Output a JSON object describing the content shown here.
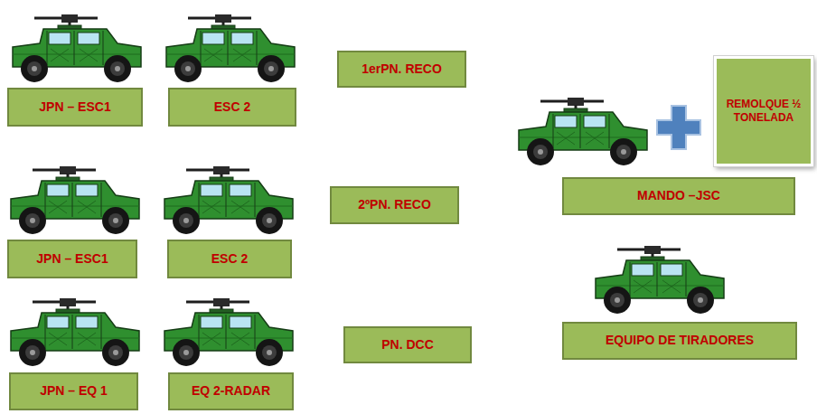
{
  "diagram": {
    "nodes": [
      {
        "text": [
          "1erPN. RECO"
        ]
      },
      {
        "text": [
          "JPN – ESC1"
        ]
      },
      {
        "text": [
          "ESC 2"
        ]
      },
      {
        "text": [
          "REMOLQUE ½ TONELADA"
        ]
      },
      {
        "text": [
          "MANDO –JSC"
        ]
      },
      {
        "text": [
          "2ºPN. RECO"
        ]
      },
      {
        "text": [
          "JPN – ESC1"
        ]
      },
      {
        "text": [
          "ESC 2"
        ]
      },
      {
        "text": [
          "PN. DCC"
        ]
      },
      {
        "text": [
          "EQUIPO DE TIRADORES"
        ]
      },
      {
        "text": [
          "JPN – EQ 1"
        ]
      },
      {
        "text": [
          "EQ 2-RADAR"
        ]
      }
    ]
  }
}
